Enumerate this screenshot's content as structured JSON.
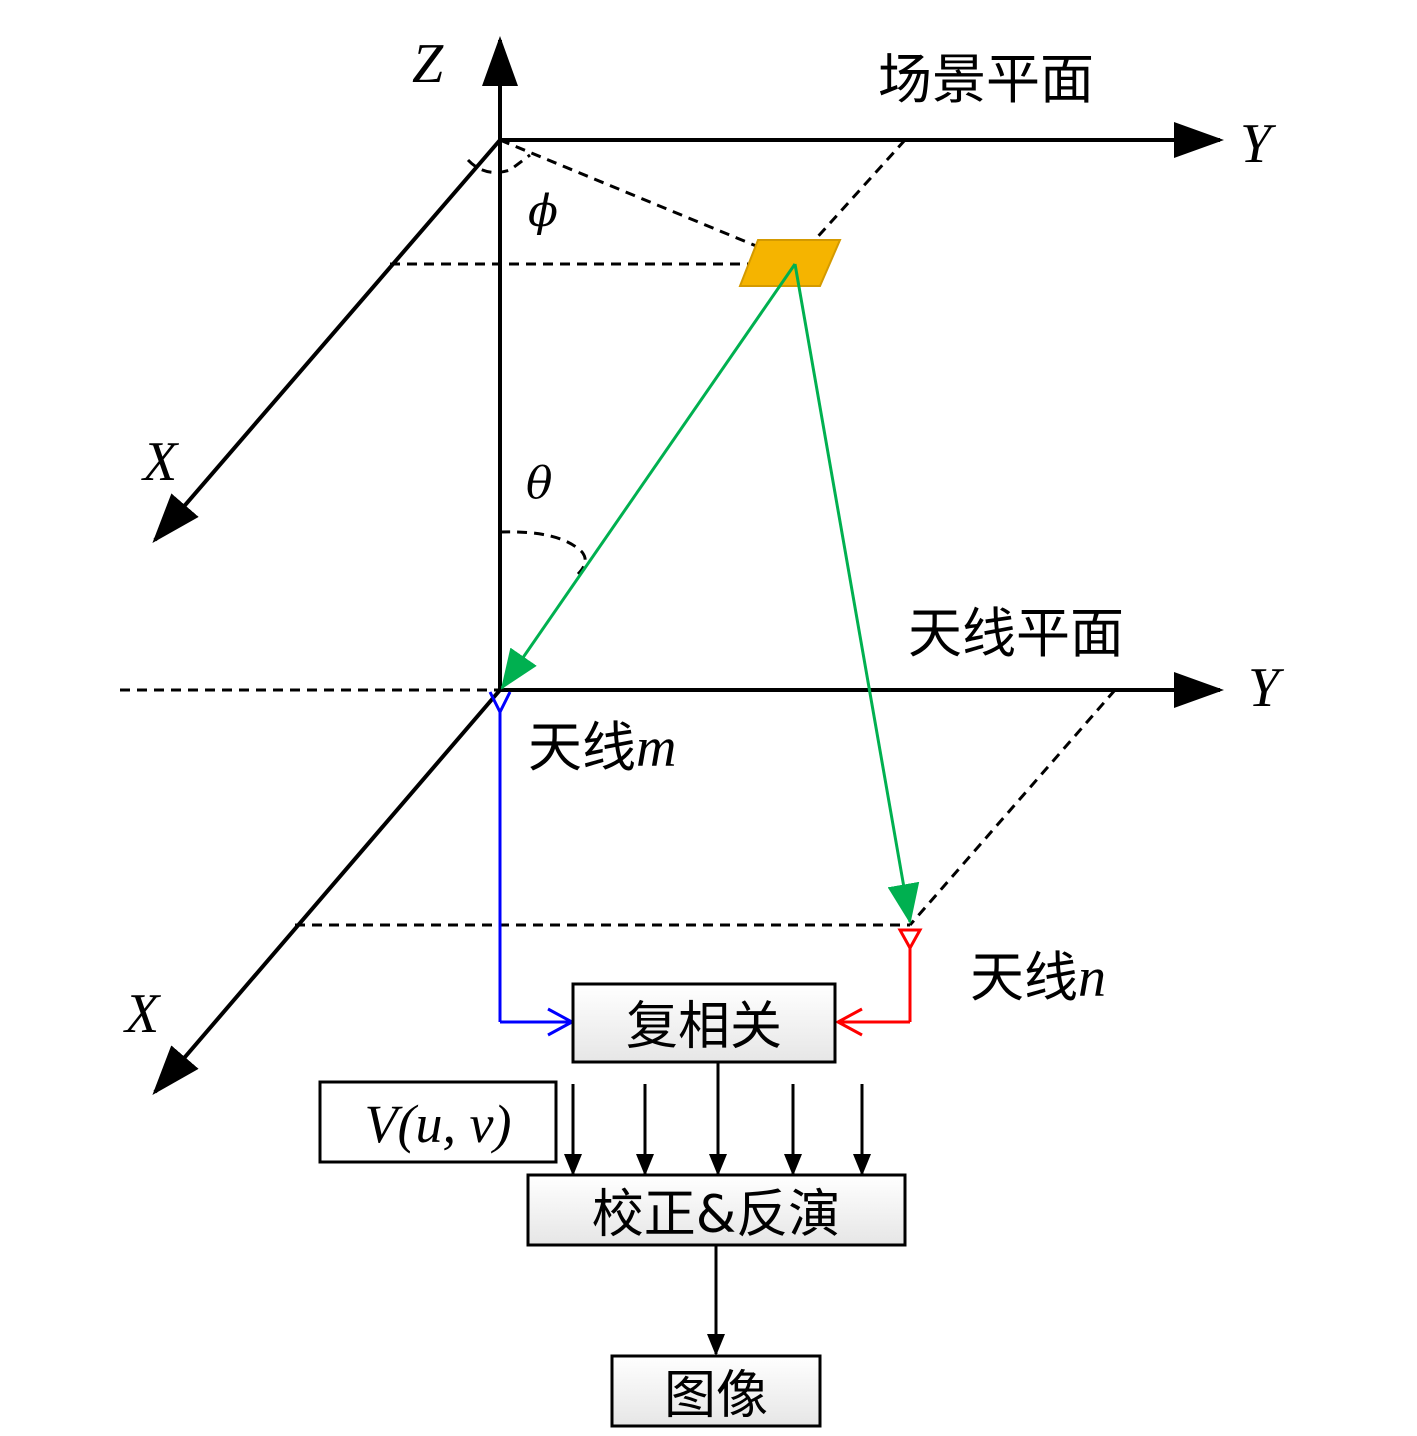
{
  "labels": {
    "z_axis": "Z",
    "y_axis_top": "Y",
    "y_axis_bottom": "Y",
    "x_axis_top": "X",
    "x_axis_bottom": "X",
    "phi": "ϕ",
    "theta": "θ",
    "scene_plane": "场景平面",
    "antenna_plane": "天线平面",
    "antenna_m_prefix": "天线",
    "antenna_m_var": "m",
    "antenna_n_prefix": "天线",
    "antenna_n_var": "n"
  },
  "boxes": {
    "correlation": "复相关",
    "visibility": "V(u, v)",
    "calibration": "校正&反演",
    "image": "图像"
  },
  "colors": {
    "axis": "#000000",
    "green_path": "#00b050",
    "antenna_m": "#0000ff",
    "antenna_n": "#ff0000",
    "scene_patch": "#f5b400"
  }
}
